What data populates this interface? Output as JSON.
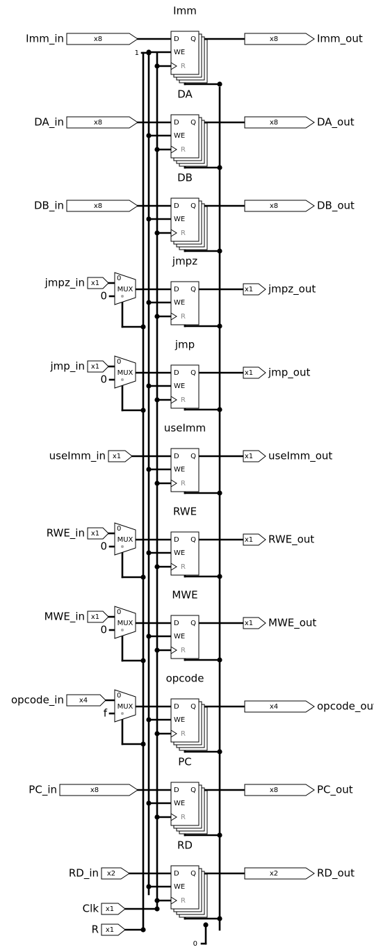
{
  "registers": [
    {
      "name": "Imm",
      "input": "Imm_in",
      "output": "Imm_out",
      "width": "x8",
      "stacked": true,
      "mux": null,
      "we_const": "1"
    },
    {
      "name": "DA",
      "input": "DA_in",
      "output": "DA_out",
      "width": "x8",
      "stacked": true,
      "mux": null
    },
    {
      "name": "DB",
      "input": "DB_in",
      "output": "DB_out",
      "width": "x8",
      "stacked": true,
      "mux": null
    },
    {
      "name": "jmpz",
      "input": "jmpz_in",
      "output": "jmpz_out",
      "width": "x1",
      "stacked": false,
      "mux": "0"
    },
    {
      "name": "jmp",
      "input": "jmp_in",
      "output": "jmp_out",
      "width": "x1",
      "stacked": false,
      "mux": "0"
    },
    {
      "name": "useImm",
      "input": "useImm_in",
      "output": "useImm_out",
      "width": "x1",
      "stacked": false,
      "mux": null
    },
    {
      "name": "RWE",
      "input": "RWE_in",
      "output": "RWE_out",
      "width": "x1",
      "stacked": false,
      "mux": "0"
    },
    {
      "name": "MWE",
      "input": "MWE_in",
      "output": "MWE_out",
      "width": "x1",
      "stacked": false,
      "mux": "0"
    },
    {
      "name": "opcode",
      "input": "opcode_in",
      "output": "opcode_out",
      "width": "x4",
      "stacked": true,
      "mux": "f"
    },
    {
      "name": "PC",
      "input": "PC_in",
      "output": "PC_out",
      "width": "x8",
      "stacked": true,
      "mux": null
    },
    {
      "name": "RD",
      "input": "RD_in",
      "output": "RD_out",
      "width": "x2",
      "stacked": true,
      "mux": null
    }
  ],
  "control_inputs": [
    {
      "name": "Clk",
      "width": "x1"
    },
    {
      "name": "R",
      "width": "x1"
    }
  ],
  "ground_const": "0",
  "pins": {
    "d": "D",
    "q": "Q",
    "we": "WE",
    "r": "R",
    "mux": "MUX",
    "mux_sel0": "0"
  }
}
